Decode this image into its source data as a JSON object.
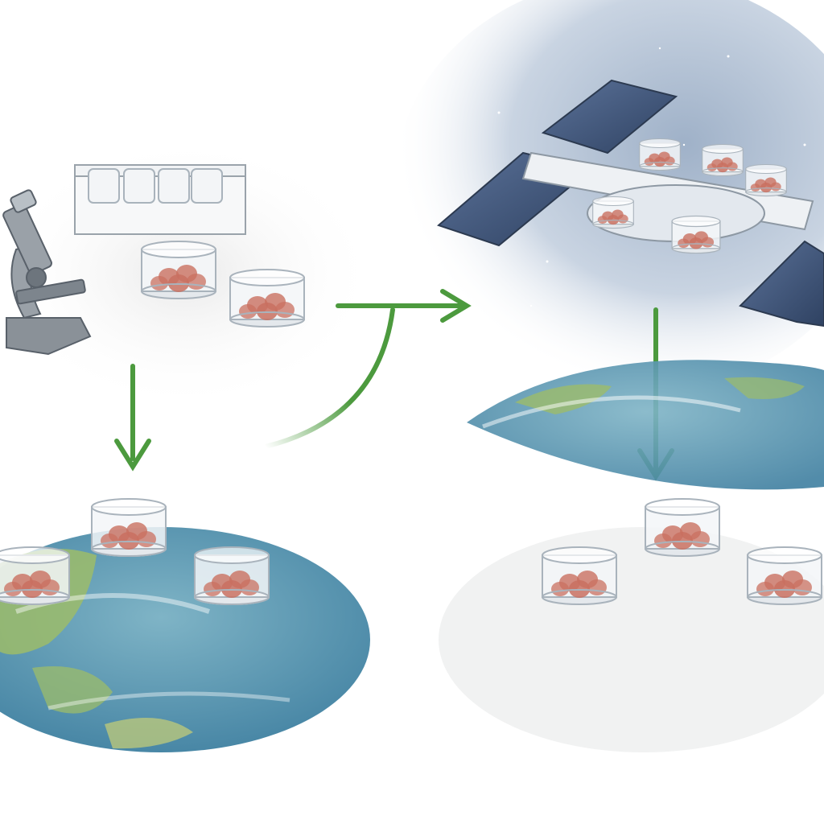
{
  "title": "",
  "colors": {
    "background": "#ffffff",
    "arrow": "#4c9a3e",
    "ocean": "#4f8fab",
    "land": "#9cbc6a",
    "space": "#c9d4e2",
    "solar_panel": "#3e5577",
    "microscope": "#8a9198",
    "cell": "#c97060",
    "cell_highlight": "#e9d39a",
    "dish": "#f3f6f8"
  },
  "icons": [
    "microscope-icon",
    "test-tube-rack-icon",
    "petri-dish-icon",
    "space-station-icon",
    "earth-icon",
    "arrow-icon"
  ],
  "stages": [
    {
      "id": "lab",
      "icons": [
        "microscope-icon",
        "test-tube-rack-icon",
        "petri-dish-icon",
        "petri-dish-icon"
      ]
    },
    {
      "id": "earth-culture",
      "icons": [
        "earth-icon",
        "petri-dish-icon",
        "petri-dish-icon",
        "petri-dish-icon"
      ]
    },
    {
      "id": "space-station",
      "icons": [
        "space-station-icon",
        "petri-dish-icon",
        "earth-icon"
      ]
    },
    {
      "id": "return-culture",
      "icons": [
        "petri-dish-icon",
        "petri-dish-icon",
        "petri-dish-icon"
      ]
    }
  ],
  "flows": [
    {
      "from": "lab",
      "to": "earth-culture"
    },
    {
      "from": "lab",
      "to": "space-station"
    },
    {
      "from": "space-station",
      "to": "return-culture"
    }
  ]
}
